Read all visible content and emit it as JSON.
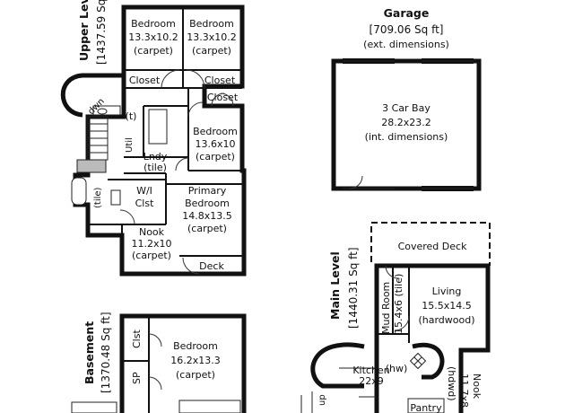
{
  "upper_level": {
    "title": "Upper Level",
    "area": "[1437.59 Sq ft]",
    "rooms": {
      "bedroom_a": {
        "name": "Bedroom",
        "dims": "13.3x10.2",
        "floor": "(carpet)"
      },
      "bedroom_b": {
        "name": "Bedroom",
        "dims": "13.3x10.2",
        "floor": "(carpet)"
      },
      "closet_a": "Closet",
      "closet_b": "Closet",
      "closet_c": "Closet",
      "bedroom_c": {
        "name": "Bedroom",
        "dims": "13.6x10",
        "floor": "(carpet)"
      },
      "laundry": {
        "name": "Lndy",
        "floor": "(tile)"
      },
      "walk_in_closet": {
        "line1": "W/I",
        "line2": "Clst"
      },
      "primary_bedroom": {
        "line1": "Primary",
        "line2": "Bedroom",
        "dims": "14.8x13.5",
        "floor": "(carpet)"
      },
      "nook": {
        "name": "Nook",
        "dims": "11.2x10",
        "floor": "(carpet)"
      },
      "deck": "Deck",
      "dn": "dwn",
      "bath_tag": "(t)",
      "util": "Util",
      "ensuite_tag": "(tile)"
    }
  },
  "garage": {
    "title": "Garage",
    "area": "[709.06 Sq ft]",
    "note": "(ext. dimensions)",
    "bay": {
      "name": "3 Car Bay",
      "dims": "28.2x23.2",
      "note": "(int. dimensions)"
    }
  },
  "main_level": {
    "title": "Main Level",
    "area": "[1440.31 Sq ft]",
    "rooms": {
      "covered_deck": "Covered Deck",
      "mud_room": {
        "name": "Mud Room",
        "dims": "15.4x6 (tile)"
      },
      "living": {
        "name": "Living",
        "dims": "15.5x14.5",
        "floor": "(hardwood)"
      },
      "kitchen": {
        "name": "Kitchen",
        "dims": "22x9"
      },
      "hw": "(hw)",
      "nook": {
        "name": "Nook",
        "dims": "11.7x8",
        "floor": "(hdwd)"
      },
      "pantry": "Pantry",
      "up": "up"
    }
  },
  "basement": {
    "title": "Basement",
    "area": "[1370.48 Sq ft]",
    "rooms": {
      "closet": "Clst",
      "sp": "SP",
      "bedroom": {
        "name": "Bedroom",
        "dims": "16.2x13.3",
        "floor": "(carpet)"
      }
    }
  }
}
